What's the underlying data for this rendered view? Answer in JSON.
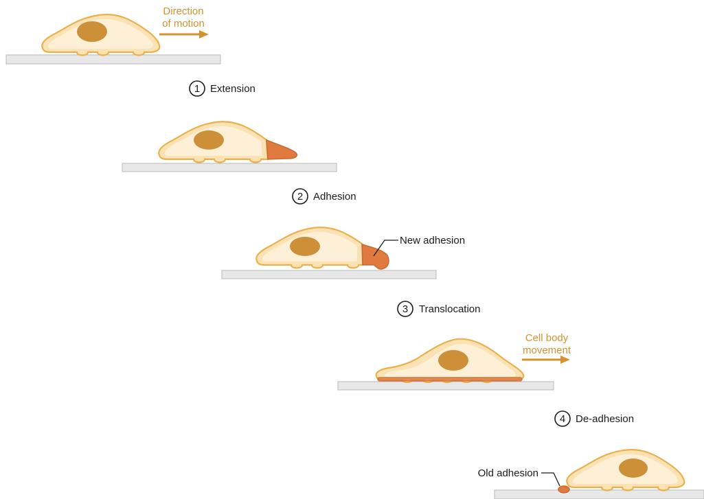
{
  "colors": {
    "cell_fill": "#fbe2b4",
    "cell_inner": "#fdf0d6",
    "cell_stroke": "#e9b14e",
    "nucleus": "#cd9038",
    "adhesion": "#e07a3f",
    "adhesion_stroke": "#c86a33",
    "substrate_fill": "#e8e8e8",
    "substrate_stroke": "#b9b9b9",
    "accent": "#d4922e"
  },
  "direction_label": {
    "line1": "Direction",
    "line2": "of motion"
  },
  "movement_label": {
    "line1": "Cell body",
    "line2": "movement"
  },
  "steps": [
    {
      "number": "1",
      "label": "Extension"
    },
    {
      "number": "2",
      "label": "Adhesion"
    },
    {
      "number": "3",
      "label": "Translocation"
    },
    {
      "number": "4",
      "label": "De-adhesion"
    }
  ],
  "callouts": {
    "new_adhesion": "New adhesion",
    "old_adhesion": "Old adhesion"
  }
}
